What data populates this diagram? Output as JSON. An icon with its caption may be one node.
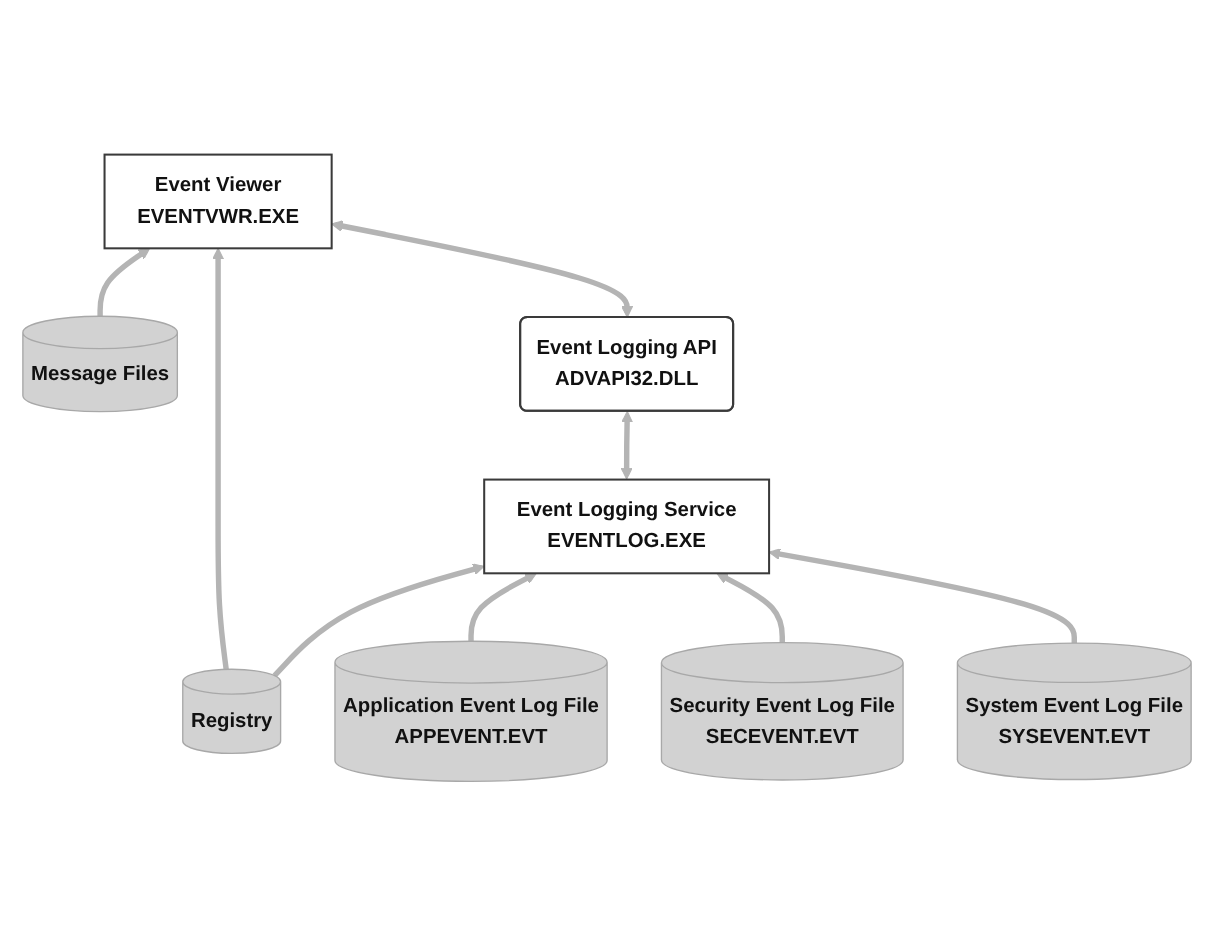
{
  "diagram": {
    "nodes": [
      {
        "text": [
          "Event Viewer",
          "EVENTVWR.EXE"
        ]
      },
      {
        "text": [
          "Message Files"
        ]
      },
      {
        "text": [
          "Event Logging API",
          "ADVAPI32.DLL"
        ]
      },
      {
        "text": [
          "Registry"
        ]
      },
      {
        "text": [
          "Event Logging Service",
          "EVENTLOG.EXE"
        ]
      },
      {
        "text": [
          "Application Event Log File",
          "APPEVENT.EVT"
        ]
      },
      {
        "text": [
          "Security Event Log File",
          "SECEVENT.EVT"
        ]
      },
      {
        "text": [
          "System Event Log File",
          "SYSEVENT.EVT"
        ]
      }
    ],
    "edges": [
      {
        "from": 1,
        "to": 0,
        "arrow": "to"
      },
      {
        "from": 3,
        "to": 0,
        "arrow": "to"
      },
      {
        "from": 2,
        "to": 0,
        "arrow": "both"
      },
      {
        "from": 4,
        "to": 2,
        "arrow": "both"
      },
      {
        "from": 3,
        "to": 4,
        "arrow": "to"
      },
      {
        "from": 5,
        "to": 4,
        "arrow": "to"
      },
      {
        "from": 6,
        "to": 4,
        "arrow": "to"
      },
      {
        "from": 7,
        "to": 4,
        "arrow": "to"
      }
    ]
  }
}
